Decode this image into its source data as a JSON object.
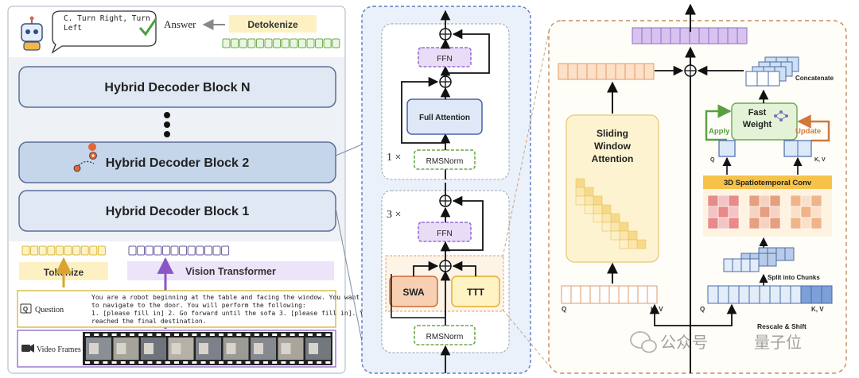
{
  "left_panel": {
    "speech_text": "C. Turn Right, Turn Left",
    "answer_label": "Answer",
    "detokenize_label": "Detokenize",
    "block_n_label": "Hybrid Decoder Block N",
    "block_2_label": "Hybrid Decoder Block 2",
    "block_1_label": "Hybrid Decoder Block 1",
    "tokenize_label": "Tokenize",
    "vision_transformer_label": "Vision Transformer",
    "question_label": "Question",
    "question_text_1": "You are a robot beginning at the table and facing the window. You want",
    "question_text_2": "to navigate to the door. You will perform the following:",
    "question_text_3": "1. [please fill in] 2. Go forward until the sofa 3. [please fill in]. You have",
    "question_text_4": "reached the final destination.",
    "video_frames_label": "Video Frames"
  },
  "middle_panel": {
    "top_multiplier": "1 ×",
    "ffn_top_label": "FFN",
    "full_attention_label": "Full Attention",
    "rmsnorm_top_label": "RMSNorm",
    "bottom_multiplier": "3 ×",
    "ffn_bottom_label": "FFN",
    "swa_label": "SWA",
    "ttt_label": "TTT",
    "rmsnorm_bottom_label": "RMSNorm"
  },
  "right_panel": {
    "sliding_window_line1": "Sliding",
    "sliding_window_line2": "Window",
    "sliding_window_line3": "Attention",
    "concatenate_label": "Concatenate",
    "fast_weight_line1": "Fast",
    "fast_weight_line2": "Weight",
    "apply_label": "Apply",
    "update_label": "Update",
    "q_label_small": "Q",
    "kv_label_small": "K, V",
    "conv_label": "3D Spatiotemporal Conv",
    "split_label": "Split into Chunks",
    "q_label_left": "Q",
    "kv_label_left": "K, V",
    "q_label_right": "Q",
    "kv_label_right": "K, V",
    "rescale_label": "Rescale & Shift"
  },
  "watermark": {
    "text1": "公众号",
    "text2": "量子位"
  },
  "colors": {
    "decoder_fill": "#dfe8f3",
    "decoder_active_fill": "#c5d6ea",
    "decoder_stroke": "#5a6f99",
    "orange_fill": "#f7d8c3",
    "orange_stroke": "#e09a6a",
    "purple_fill": "#dcc9f0",
    "purple_stroke": "#9a6fd0",
    "yellow_fill": "#fdf1c4",
    "green_stroke": "#6aaa4a",
    "gold": "#f0b84a",
    "blue_cell": "#cfe0f4"
  },
  "icons": [
    "robot-icon",
    "check-icon",
    "route-icon",
    "video-icon",
    "question-icon",
    "fast-weight-icon",
    "wechat-icon"
  ]
}
